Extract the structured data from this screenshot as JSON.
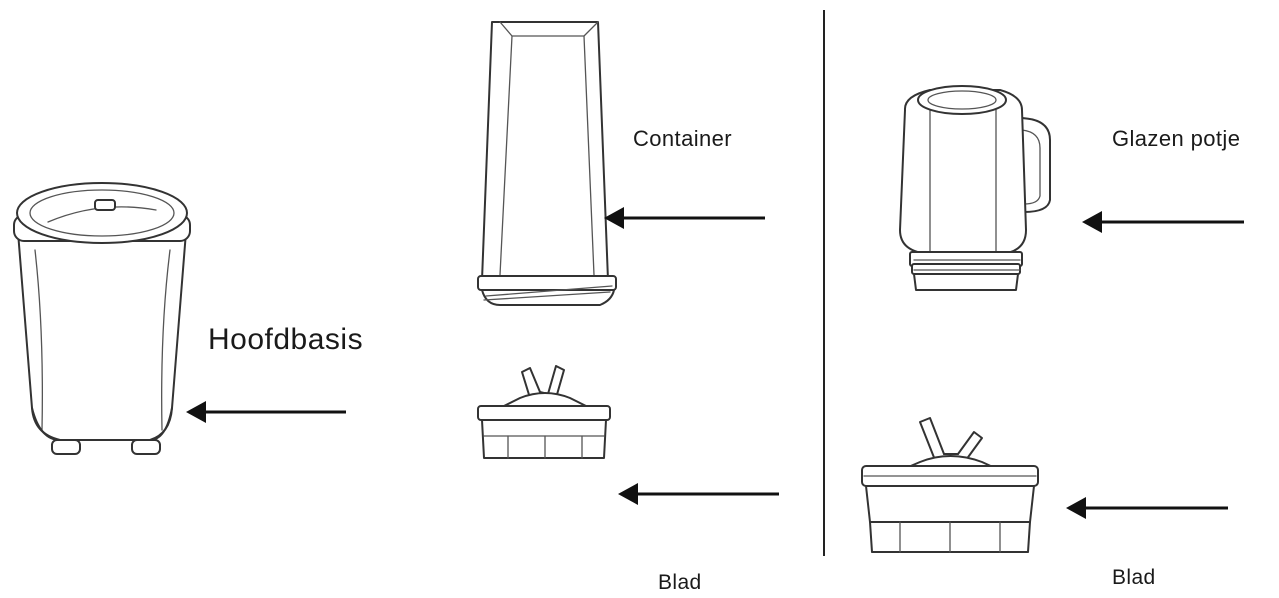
{
  "labels": {
    "main_base": "Hoofdbasis",
    "container": "Container",
    "glass_jar": "Glazen potje",
    "blade_1": "Blad",
    "blade_2": "Blad"
  },
  "colors": {
    "line": "#333333",
    "arrow": "#111111",
    "background": "#ffffff"
  }
}
